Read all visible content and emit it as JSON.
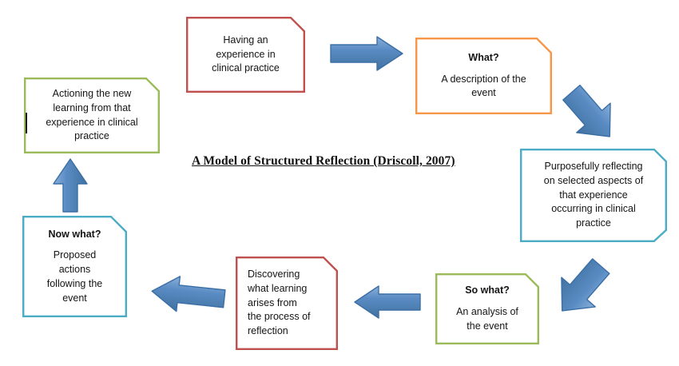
{
  "diagram": {
    "title": "A Model of Structured Reflection (Driscoll, 2007)",
    "colors": {
      "red": "#C0504D",
      "orange": "#F79646",
      "blue": "#4BACC6",
      "green": "#9BBB59",
      "arrow_fill": "#4F81BD",
      "arrow_light": "#8BB0D8",
      "arrow_stroke": "#3A6FA6",
      "text": "#141414"
    },
    "nodes": [
      {
        "id": "having-an-experience",
        "heading": "",
        "body": "Having an\nexperience in\nclinical practice",
        "color": "#C0504D",
        "align": "center"
      },
      {
        "id": "what",
        "heading": "What?",
        "body": "A description of the\nevent",
        "color": "#F79646",
        "align": "center"
      },
      {
        "id": "purposefully-reflecting",
        "heading": "",
        "body": "Purposefully reflecting\non selected aspects of\nthat experience\noccurring in clinical\npractice",
        "color": "#4BACC6",
        "align": "center"
      },
      {
        "id": "so-what",
        "heading": "So what?",
        "body": "An analysis of\nthe event",
        "color": "#9BBB59",
        "align": "center"
      },
      {
        "id": "discovering-what-learning",
        "heading": "",
        "body": "Discovering\nwhat learning\narises from\nthe process of\nreflection",
        "color": "#C0504D",
        "align": "left"
      },
      {
        "id": "now-what",
        "heading": "Now what?",
        "body": "Proposed\nactions\nfollowing the\nevent",
        "color": "#4BACC6",
        "align": "center"
      },
      {
        "id": "actioning-the-new-learning",
        "heading": "",
        "body": "Actioning the new\nlearning from that\nexperience in clinical\npractice",
        "color": "#9BBB59",
        "align": "center"
      }
    ],
    "arrows": [
      {
        "id": "arrow-experience-to-what",
        "direction": "right"
      },
      {
        "id": "arrow-what-to-reflecting",
        "direction": "down-right"
      },
      {
        "id": "arrow-reflecting-to-sowhat",
        "direction": "down-left"
      },
      {
        "id": "arrow-sowhat-to-discovering",
        "direction": "left"
      },
      {
        "id": "arrow-discovering-to-nowwhat",
        "direction": "left"
      },
      {
        "id": "arrow-nowwhat-to-actioning",
        "direction": "up"
      }
    ]
  }
}
